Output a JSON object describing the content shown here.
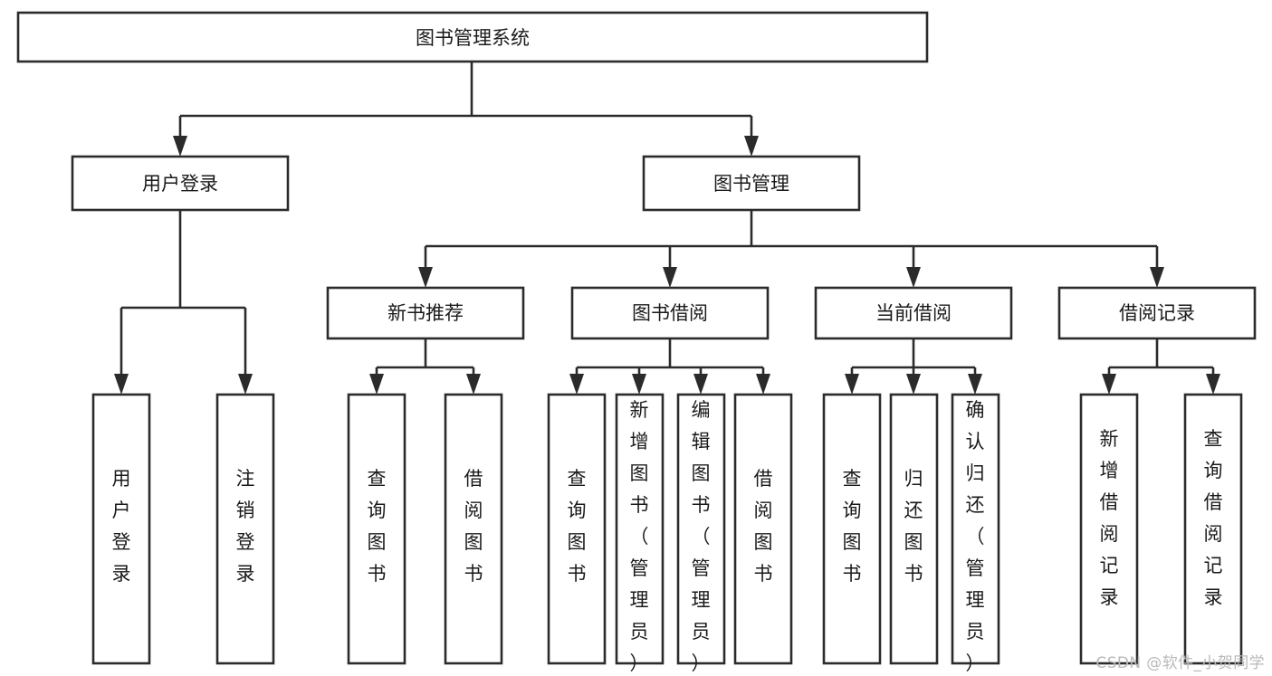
{
  "diagram": {
    "title": "图书管理系统",
    "type": "tree",
    "root": {
      "id": "root",
      "label": "图书管理系统",
      "orientation": "horizontal"
    },
    "level2": [
      {
        "id": "user-login",
        "label": "用户登录",
        "orientation": "horizontal"
      },
      {
        "id": "book-manage",
        "label": "图书管理",
        "orientation": "horizontal"
      }
    ],
    "level3": [
      {
        "id": "new-book-recommend",
        "label": "新书推荐",
        "parent": "book-manage",
        "orientation": "horizontal"
      },
      {
        "id": "book-borrow",
        "label": "图书借阅",
        "parent": "book-manage",
        "orientation": "horizontal"
      },
      {
        "id": "current-borrow",
        "label": "当前借阅",
        "parent": "book-manage",
        "orientation": "horizontal"
      },
      {
        "id": "borrow-record",
        "label": "借阅记录",
        "parent": "book-manage",
        "orientation": "horizontal"
      }
    ],
    "leaves": [
      {
        "id": "leaf-user-login",
        "label": "用户登录",
        "parent": "user-login",
        "orientation": "vertical"
      },
      {
        "id": "leaf-user-logout",
        "label": "注销登录",
        "parent": "user-login",
        "orientation": "vertical"
      },
      {
        "id": "leaf-query-book-1",
        "label": "查询图书",
        "parent": "new-book-recommend",
        "orientation": "vertical"
      },
      {
        "id": "leaf-borrow-book-1",
        "label": "借阅图书",
        "parent": "new-book-recommend",
        "orientation": "vertical"
      },
      {
        "id": "leaf-query-book-2",
        "label": "查询图书",
        "parent": "book-borrow",
        "orientation": "vertical"
      },
      {
        "id": "leaf-add-book",
        "label": "新增图书（管理员）",
        "parent": "book-borrow",
        "orientation": "vertical"
      },
      {
        "id": "leaf-edit-book",
        "label": "编辑图书（管理员）",
        "parent": "book-borrow",
        "orientation": "vertical"
      },
      {
        "id": "leaf-borrow-book-2",
        "label": "借阅图书",
        "parent": "book-borrow",
        "orientation": "vertical"
      },
      {
        "id": "leaf-query-book-3",
        "label": "查询图书",
        "parent": "current-borrow",
        "orientation": "vertical"
      },
      {
        "id": "leaf-return-book",
        "label": "归还图书",
        "parent": "current-borrow",
        "orientation": "vertical"
      },
      {
        "id": "leaf-confirm-return",
        "label": "确认归还（管理员）",
        "parent": "current-borrow",
        "orientation": "vertical"
      },
      {
        "id": "leaf-add-record",
        "label": "新增借阅记录",
        "parent": "borrow-record",
        "orientation": "vertical"
      },
      {
        "id": "leaf-query-record",
        "label": "查询借阅记录",
        "parent": "borrow-record",
        "orientation": "vertical"
      }
    ]
  },
  "watermark": {
    "text": "CSDN @软件_小贺同学"
  },
  "colors": {
    "stroke": "#2b2b2b",
    "fill": "#ffffff",
    "text": "#1a1a1a",
    "watermark": "#b9b9b9",
    "background": "#ffffff"
  }
}
